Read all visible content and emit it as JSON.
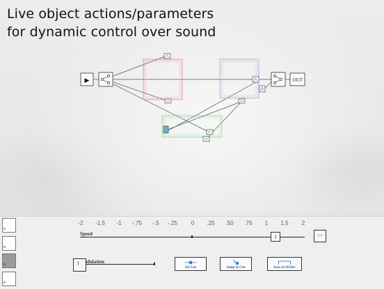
{
  "caption": {
    "line1": "Live object actions/parameters",
    "line2": "for dynamic control over sound"
  },
  "patch": {
    "play_glyph": "▶",
    "out_label": "OUT",
    "colors": {
      "red": "#e07a7a",
      "green": "#7fcf7f",
      "blue": "#9a9ae6",
      "wire": "#555555"
    }
  },
  "controls": {
    "scale_ticks": [
      "-2",
      "-1.5",
      "-1",
      "-.75",
      "-.5",
      "-.25",
      "0",
      ".25",
      ".50",
      ".75",
      "1",
      "1.5",
      "2"
    ],
    "speed_label": "Speed",
    "speed_value": 1.25,
    "modulation_label": "Modulation",
    "reset_icon": "-/+",
    "buttons": {
      "set_cue": "Set Cue",
      "jump_to_cue": "Jump to Cue",
      "sync_to_writer": "Sync to Writer"
    },
    "side_buttons": [
      "e",
      "e",
      "e",
      "e"
    ],
    "accent": "#3a7fd0"
  }
}
